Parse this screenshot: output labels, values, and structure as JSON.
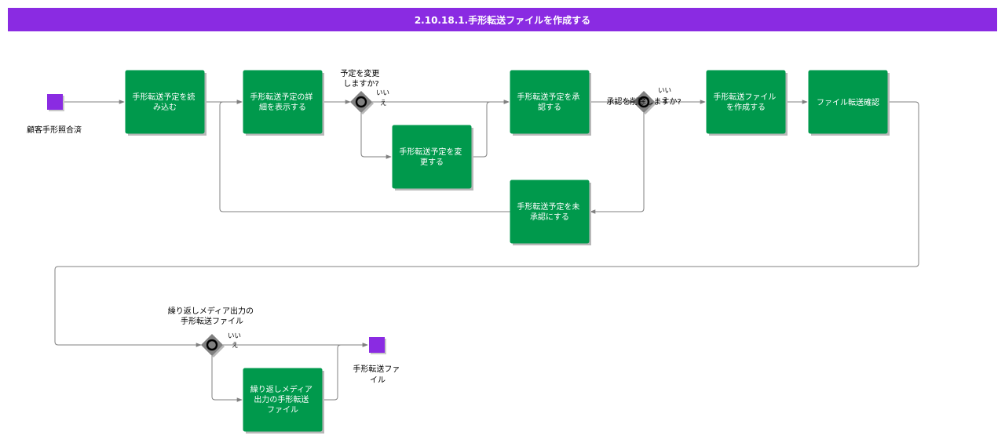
{
  "title": "2.10.18.1.手形転送ファイルを作成する",
  "colors": {
    "title_bar": "#8a2be2",
    "task": "#00994c",
    "event": "#8a2be2",
    "gateway": "#808080",
    "edge": "#808080"
  },
  "events": {
    "start": {
      "label": "顧客手形照合済"
    },
    "end": {
      "label_lines": [
        "手形転送ファ",
        "イル"
      ]
    }
  },
  "tasks": {
    "read": {
      "lines": [
        "手形転送予定を読",
        "み込む"
      ]
    },
    "detail": {
      "lines": [
        "手形転送予定の詳",
        "細を表示する"
      ]
    },
    "change": {
      "lines": [
        "手形転送予定を変",
        "更する"
      ]
    },
    "approve": {
      "lines": [
        "手形転送予定を承",
        "認する"
      ]
    },
    "unapprove": {
      "lines": [
        "手形転送予定を未",
        "承認にする"
      ]
    },
    "create": {
      "lines": [
        "手形転送ファイル",
        "を作成する"
      ]
    },
    "confirm": {
      "lines": [
        "ファイル転送確認"
      ]
    },
    "repeat": {
      "lines": [
        "繰り返しメディア",
        "出力の手形転送",
        "ファイル"
      ]
    }
  },
  "gateways": {
    "change_q": {
      "question_lines": [
        "予定を変更",
        "しますか?"
      ],
      "no_lines": [
        "いい",
        "え"
      ]
    },
    "delete_q": {
      "question_lines": [
        "承認を削除しますか?"
      ],
      "no_lines": [
        "いい",
        "え"
      ]
    },
    "repeat_q": {
      "question_lines": [
        "繰り返しメディア出力の",
        "手形転送ファイル"
      ],
      "no_lines": [
        "いい",
        "え"
      ]
    }
  }
}
